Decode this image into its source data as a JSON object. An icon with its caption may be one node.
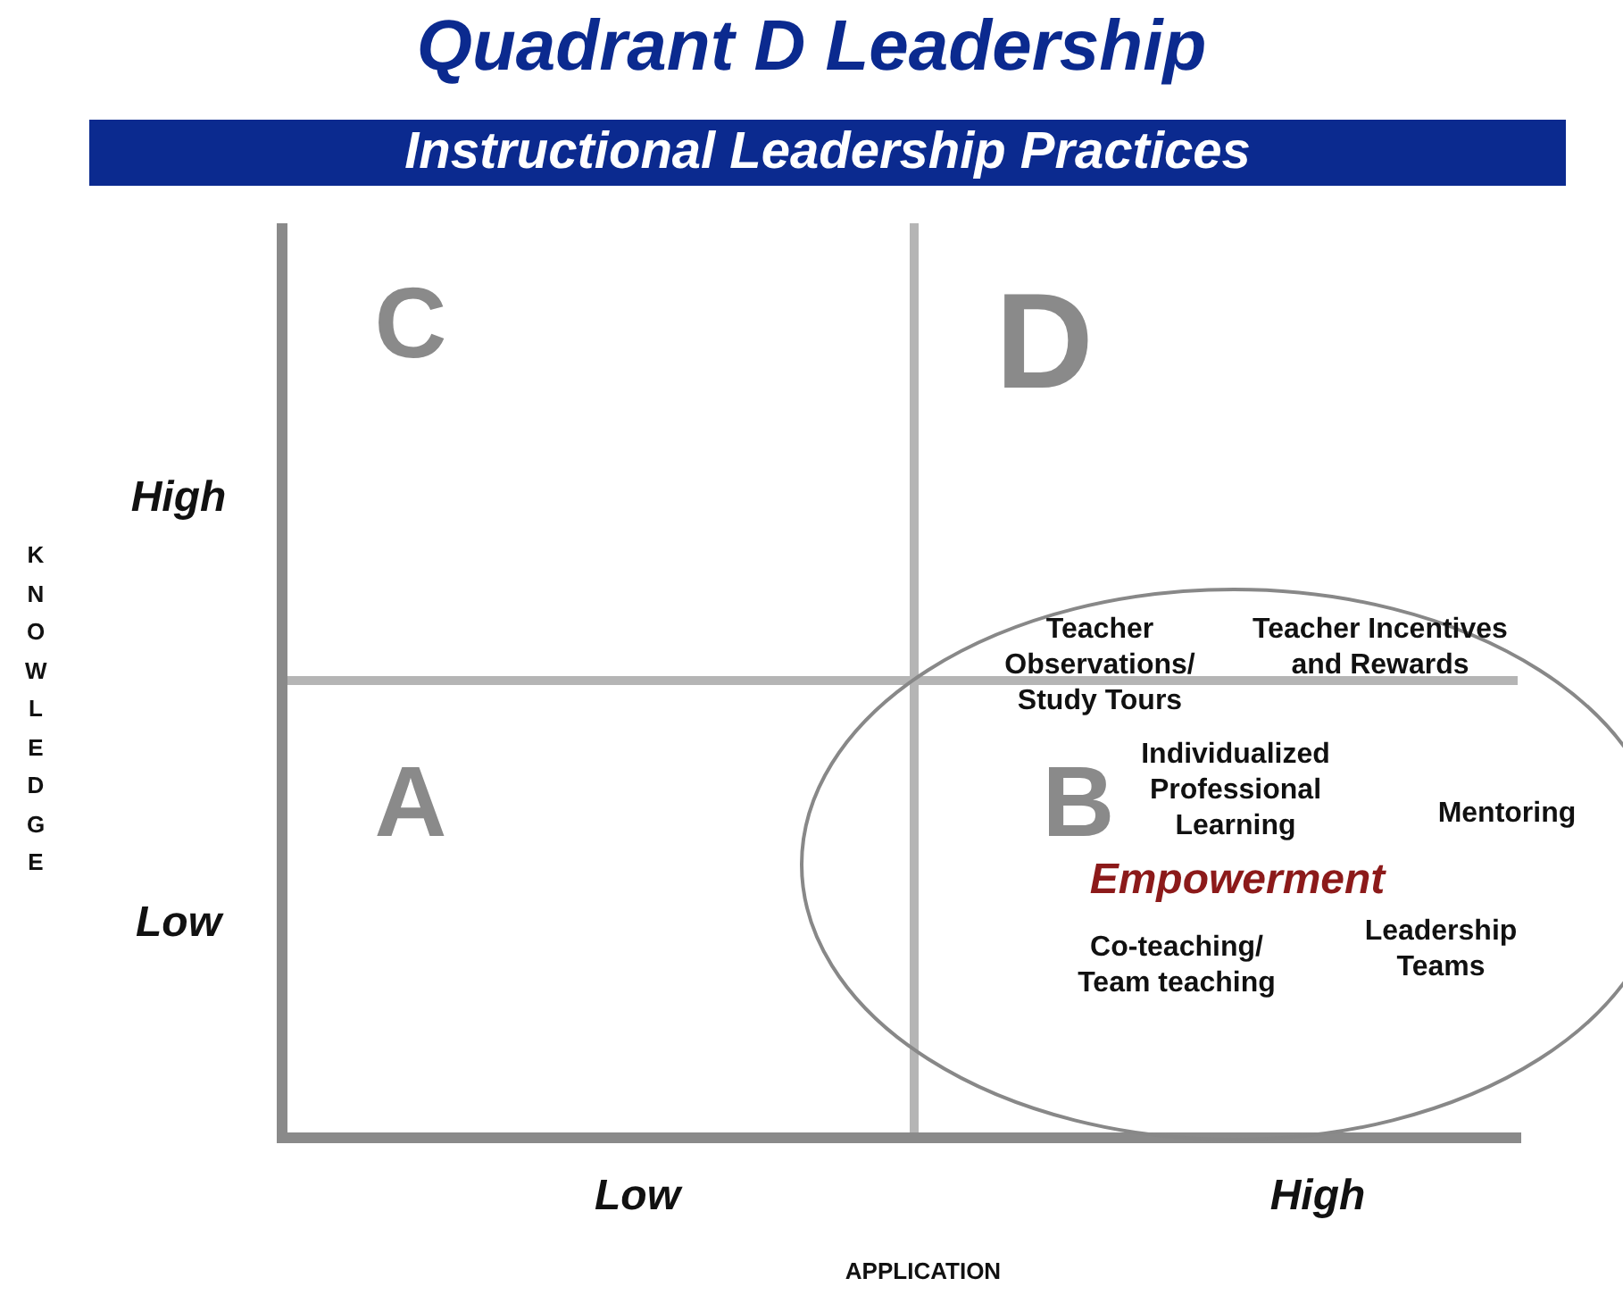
{
  "diagram": {
    "title": "Quadrant D Leadership",
    "nodes": [
      {
        "text": [
          "Instructional Leadership Practices"
        ]
      },
      {
        "text": [
          "Teacher Observations/ Study Tours",
          "Teacher Incentives and Rewards",
          "Individualized Professional Learning",
          "Mentoring",
          "Empowerment",
          "Co-teaching/ Team teaching",
          "Leadership Teams"
        ]
      }
    ],
    "edges": [],
    "labels": [
      "C",
      "D",
      "High",
      "KNOWLEDGE",
      "A",
      "B",
      "Low",
      "Low",
      "High",
      "APPLICATION"
    ]
  }
}
